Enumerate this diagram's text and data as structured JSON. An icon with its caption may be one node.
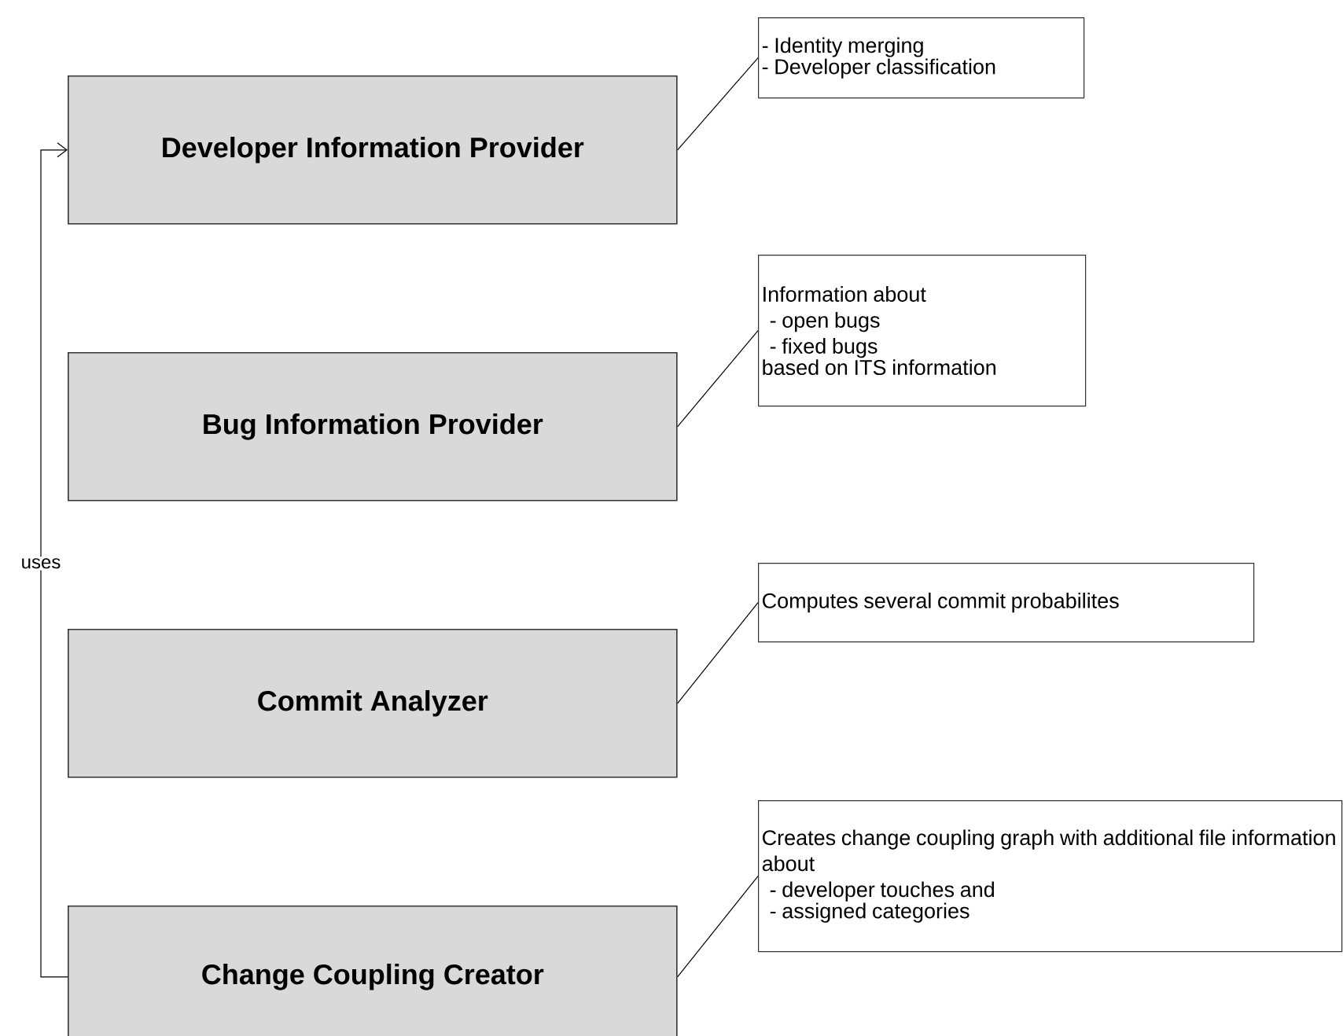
{
  "diagram": {
    "nodes": [
      {
        "text": [
          "Developer Information Provider"
        ]
      },
      {
        "text": [
          "- Identity merging",
          "- Developer classification"
        ]
      },
      {
        "text": [
          "Bug Information Provider"
        ]
      },
      {
        "text": [
          "Information about",
          "- open bugs",
          "- fixed bugs",
          "based on ITS information"
        ]
      },
      {
        "text": [
          "Commit Analyzer"
        ]
      },
      {
        "text": [
          "Computes several commit probabilites"
        ]
      },
      {
        "text": [
          "Change Coupling Creator"
        ]
      },
      {
        "text": [
          "Creates change coupling graph with additional file information about",
          "- developer touches and",
          "- assigned categories"
        ]
      }
    ],
    "edges": [
      {
        "from": 0,
        "to": 1,
        "arrow": "none"
      },
      {
        "from": 2,
        "to": 3,
        "arrow": "none"
      },
      {
        "from": 4,
        "to": 5,
        "arrow": "none"
      },
      {
        "from": 6,
        "to": 7,
        "arrow": "none"
      },
      {
        "from": 6,
        "to": 0,
        "arrow": "to",
        "label": "uses"
      }
    ]
  }
}
